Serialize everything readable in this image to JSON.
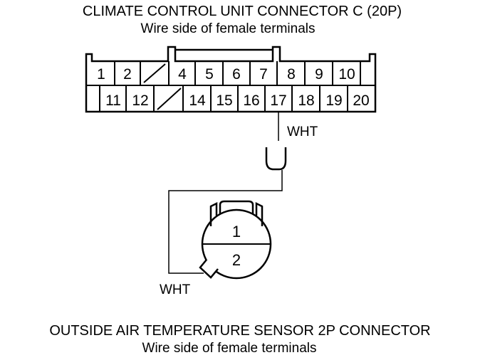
{
  "top_connector": {
    "title": "CLIMATE CONTROL UNIT CONNECTOR C (20P)",
    "subtitle": "Wire side of female terminals",
    "row1": [
      "1",
      "2",
      "",
      "4",
      "5",
      "6",
      "7",
      "8",
      "9",
      "10"
    ],
    "row2": [
      "",
      "11",
      "12",
      "",
      "14",
      "15",
      "16",
      "17",
      "18",
      "19",
      "20"
    ]
  },
  "wire_top_label": "WHT",
  "wire_bottom_label": "WHT",
  "sensor_connector": {
    "pin1": "1",
    "pin2": "2",
    "title": "OUTSIDE AIR TEMPERATURE SENSOR 2P CONNECTOR",
    "subtitle": "Wire side of female terminals"
  }
}
